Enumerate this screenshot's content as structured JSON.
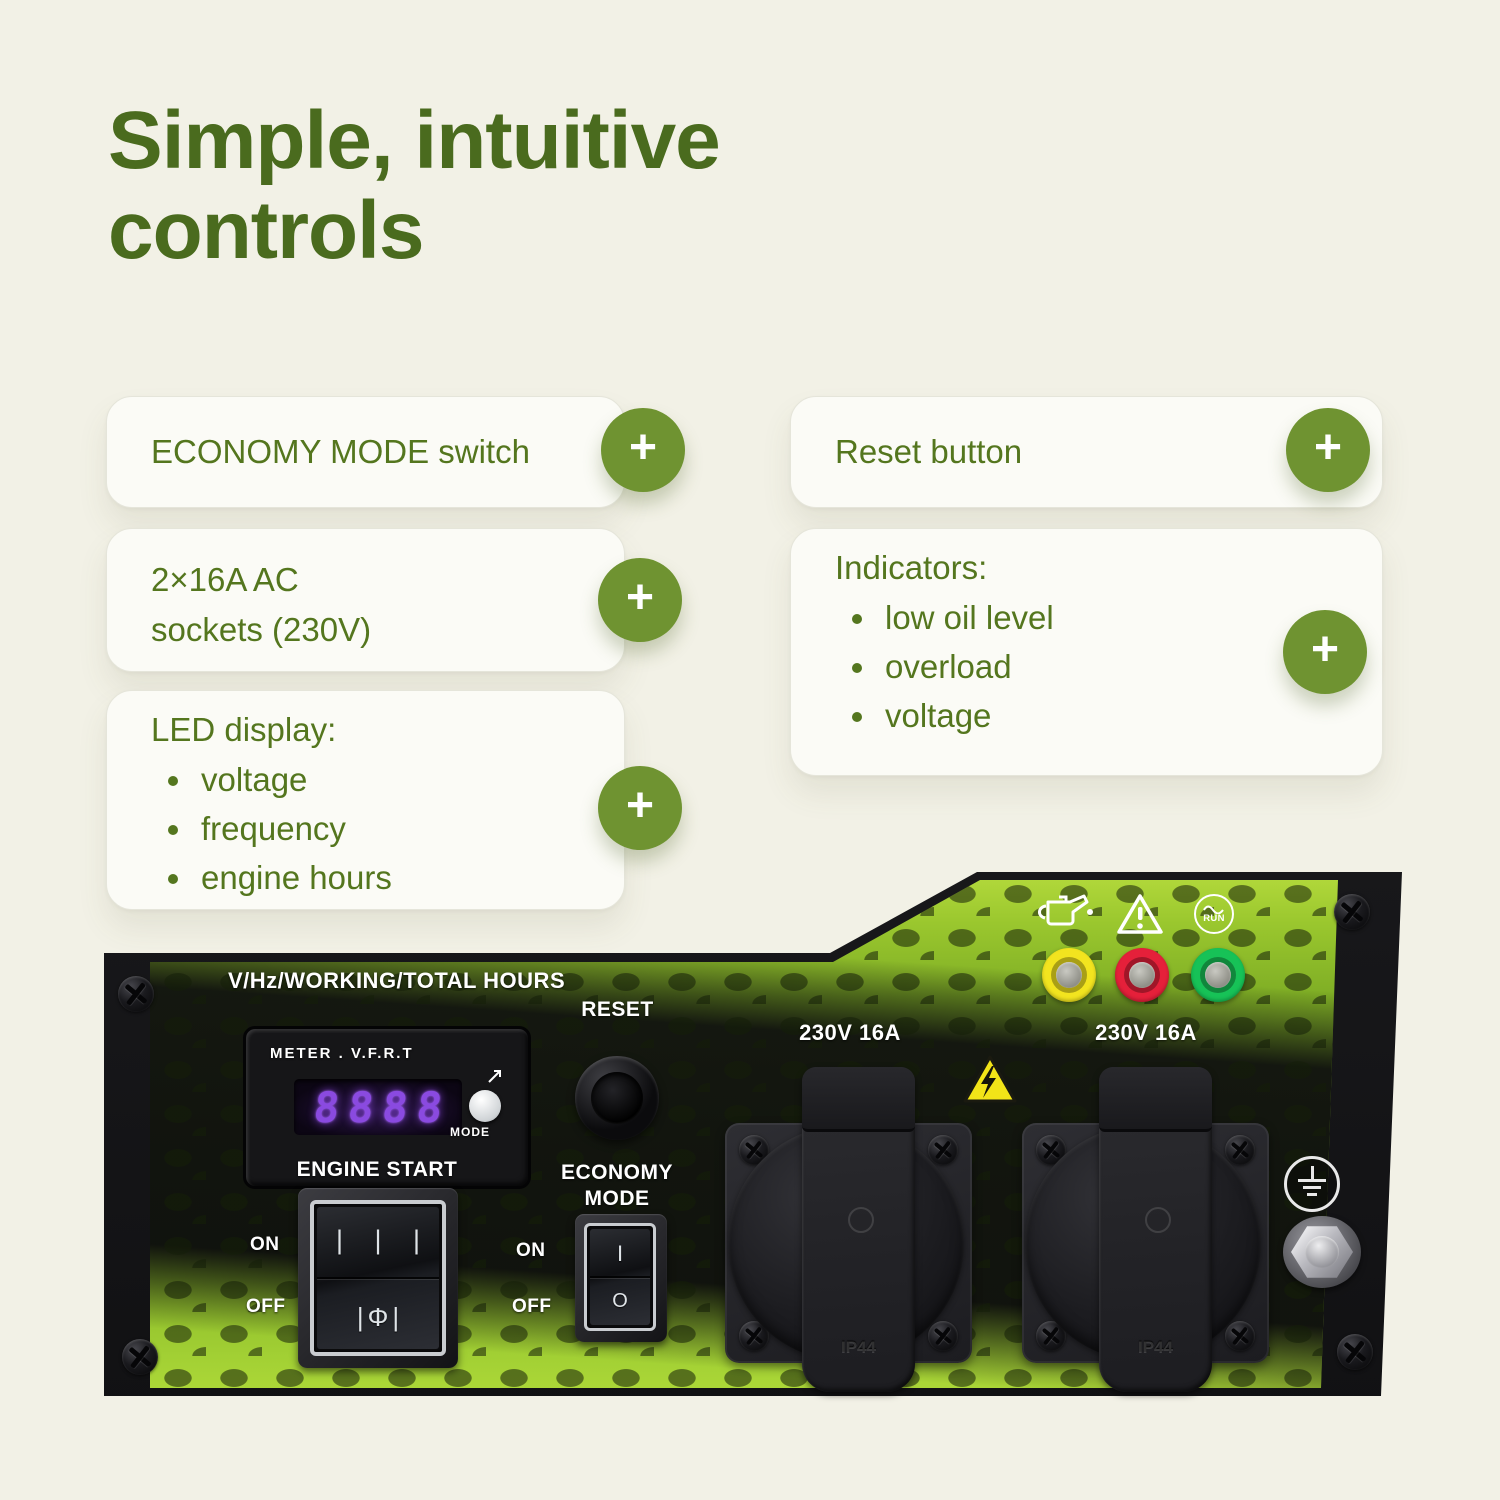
{
  "page": {
    "background": "#f2f1e6",
    "accent_green": "#6f9331",
    "heading_color": "#4a6b1e"
  },
  "heading": {
    "line1": "Simple, intuitive",
    "line2": "controls"
  },
  "plus_label": "+",
  "cards": {
    "economy_switch": {
      "label": "ECONOMY MODE switch"
    },
    "ac_sockets": {
      "line1": "2×16A AC",
      "line2": "sockets (230V)"
    },
    "reset": {
      "label": "Reset button"
    },
    "indicators": {
      "title": "Indicators:",
      "items": [
        "low oil level",
        "overload",
        "voltage"
      ]
    },
    "led_display": {
      "title": "LED display:",
      "items": [
        "voltage",
        "frequency",
        "engine hours"
      ]
    }
  },
  "panel": {
    "header_label": "V/Hz/WORKING/TOTAL HOURS",
    "reset_label": "RESET",
    "meter": {
      "label": "METER . V.F.R.T",
      "value": "8888",
      "mode_label": "MODE"
    },
    "engine_switch": {
      "label": "ENGINE START",
      "on": "ON",
      "off": "OFF",
      "rocker_top": "| | |",
      "rocker_bottom": "|Φ|"
    },
    "economy_switch": {
      "label_line1": "ECONOMY",
      "label_line2": "MODE",
      "on": "ON",
      "off": "OFF",
      "rocker_on": "I",
      "rocker_off": "O"
    },
    "socket_left_label": "230V 16A",
    "socket_right_label": "230V 16A",
    "lid_marking": "IP44",
    "run_label": "RUN",
    "indicator_colors": {
      "oil": "#f2e41f",
      "overload": "#e5203a",
      "run": "#17c257"
    }
  }
}
